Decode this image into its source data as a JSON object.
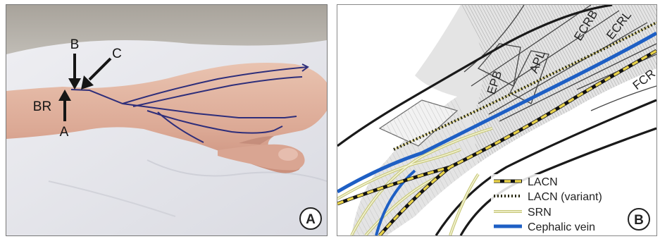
{
  "panel_a": {
    "badge": "A",
    "labels": {
      "a": "A",
      "b": "B",
      "c": "C",
      "br": "BR"
    }
  },
  "panel_b": {
    "badge": "B",
    "muscles": {
      "ecrb": "ECRB",
      "ecrl": "ECRL",
      "epb": "EPB",
      "apl": "APL",
      "fcr": "FCR"
    },
    "legend": [
      {
        "label": "LACN",
        "style": "yellow-black-dash"
      },
      {
        "label": "LACN (variant)",
        "style": "black-dotted"
      },
      {
        "label": "SRN",
        "style": "pale-yellow-double"
      },
      {
        "label": "Cephalic vein",
        "style": "blue-solid"
      }
    ]
  },
  "colors": {
    "vein_marker": "#2e2e7a",
    "cephalic_blue": "#1e5fc4",
    "lacn_yellow": "#e8d24a",
    "srn_yellow": "#dede9a",
    "arrow": "#151515"
  }
}
